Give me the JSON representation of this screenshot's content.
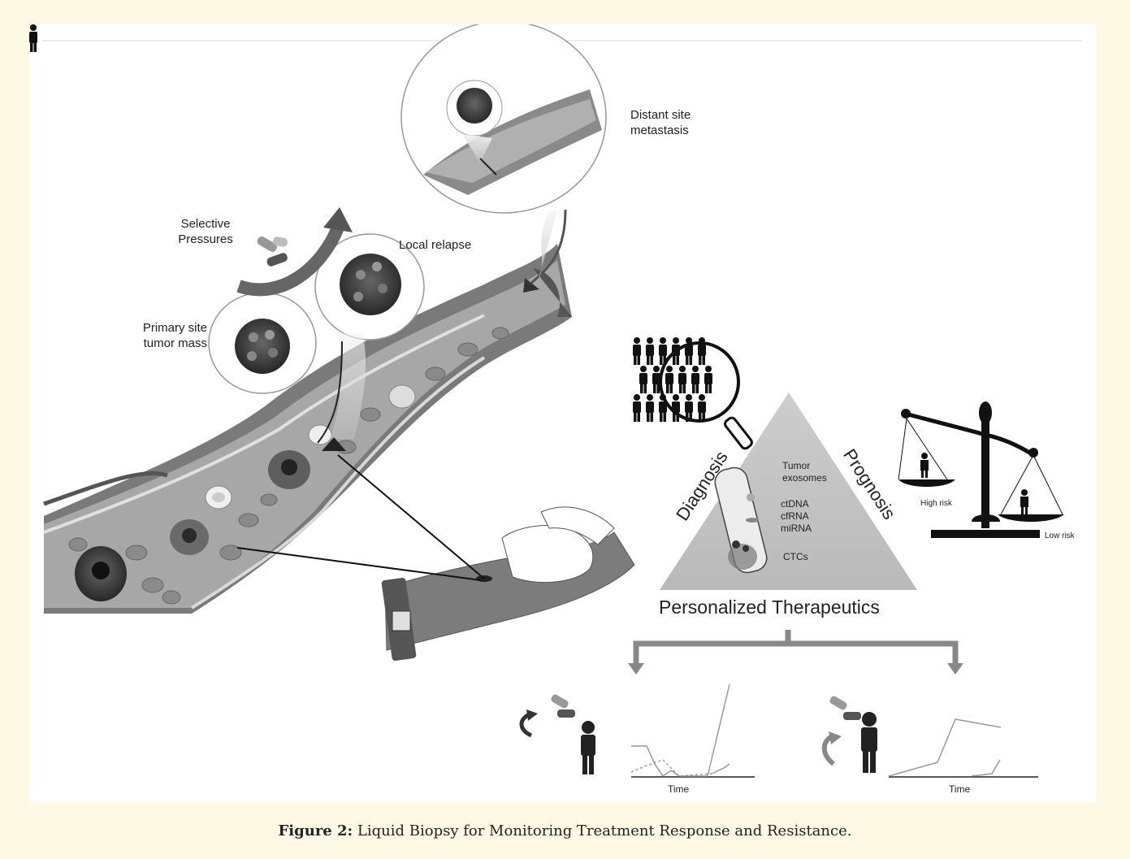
{
  "labels": {
    "distant_site": [
      "Distant site",
      "metastasis"
    ],
    "selective_pressures": [
      "Selective",
      "Pressures"
    ],
    "local_relapse": "Local relapse",
    "primary_site": [
      "Primary site",
      "tumor mass"
    ],
    "tumor_exosomes": [
      "Tumor",
      "exosomes"
    ],
    "nucleic_acids": [
      "ctDNA",
      "cfRNA",
      "miRNA"
    ],
    "ctcs": "CTCs",
    "diagnosis": "Diagnosis",
    "prognosis": "Prognosis",
    "high_risk": "High risk",
    "low_risk": "Low risk",
    "personalized_therapeutics": "Personalized Therapeutics",
    "time_left": "Time",
    "time_right": "Time"
  },
  "caption": {
    "prefix": "Figure 2:",
    "text": " Liquid Biopsy for Monitoring Treatment Response and Resistance."
  },
  "icons": [
    "pill-icon",
    "person-icon",
    "crowd-icon",
    "magnifier-icon",
    "balance-scale-icon",
    "blood-tube-icon",
    "curved-arrow-icon"
  ]
}
